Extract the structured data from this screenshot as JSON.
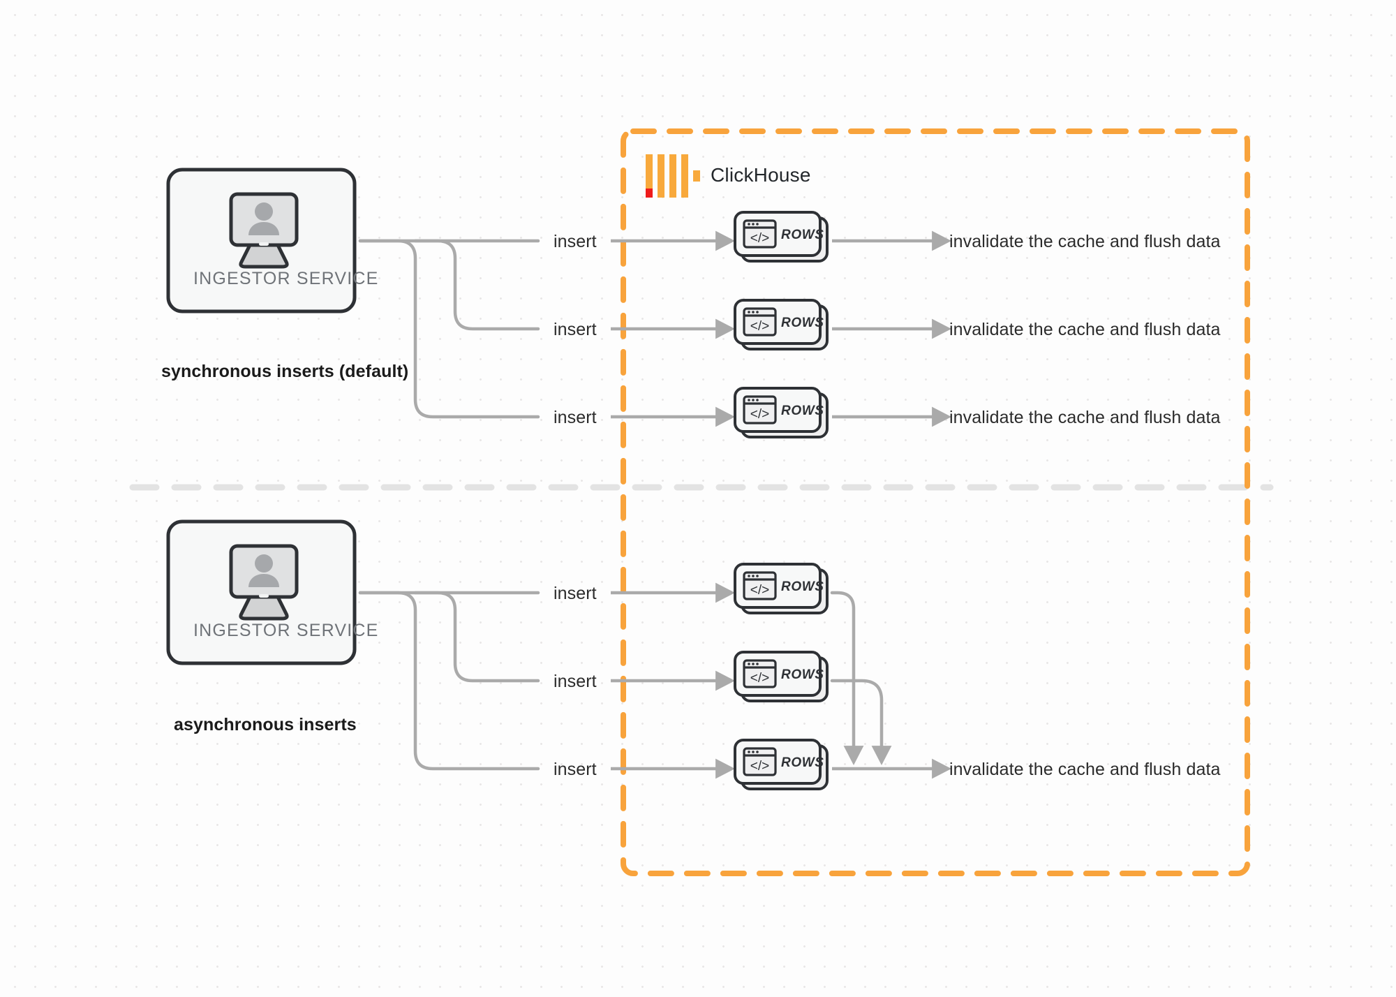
{
  "diagram": {
    "title_hidden": "",
    "boundary": {
      "name": "ClickHouse",
      "color": "#f8a33c",
      "style": "dashed"
    },
    "sections": [
      {
        "id": "sync",
        "label": "synchronous inserts (default)",
        "service": {
          "label": "INGESTOR SERVICE",
          "icon": "monitor-user-icon"
        },
        "rows": [
          {
            "insert_label": "insert",
            "card_label": "ROWS",
            "card_icon": "code-window-icon",
            "output_label": "invalidate the cache and flush data"
          },
          {
            "insert_label": "insert",
            "card_label": "ROWS",
            "card_icon": "code-window-icon",
            "output_label": "invalidate the cache and flush data"
          },
          {
            "insert_label": "insert",
            "card_label": "ROWS",
            "card_icon": "code-window-icon",
            "output_label": "invalidate the cache and flush data"
          }
        ]
      },
      {
        "id": "async",
        "label": "asynchronous inserts",
        "service": {
          "label": "INGESTOR SERVICE",
          "icon": "monitor-user-icon"
        },
        "rows": [
          {
            "insert_label": "insert",
            "card_label": "ROWS",
            "card_icon": "code-window-icon",
            "output_label": ""
          },
          {
            "insert_label": "insert",
            "card_label": "ROWS",
            "card_icon": "code-window-icon",
            "output_label": ""
          },
          {
            "insert_label": "insert",
            "card_label": "ROWS",
            "card_icon": "code-window-icon",
            "output_label": "invalidate the cache and flush data"
          }
        ]
      }
    ],
    "colors": {
      "connector": "#aaaaaa",
      "boundary": "#f8a33c",
      "logo_orange": "#f8a93c",
      "logo_red": "#ef1b1b",
      "box_border": "#2e3135",
      "box_fill": "#f7f8f8",
      "divider": "#e2e2e2"
    }
  }
}
